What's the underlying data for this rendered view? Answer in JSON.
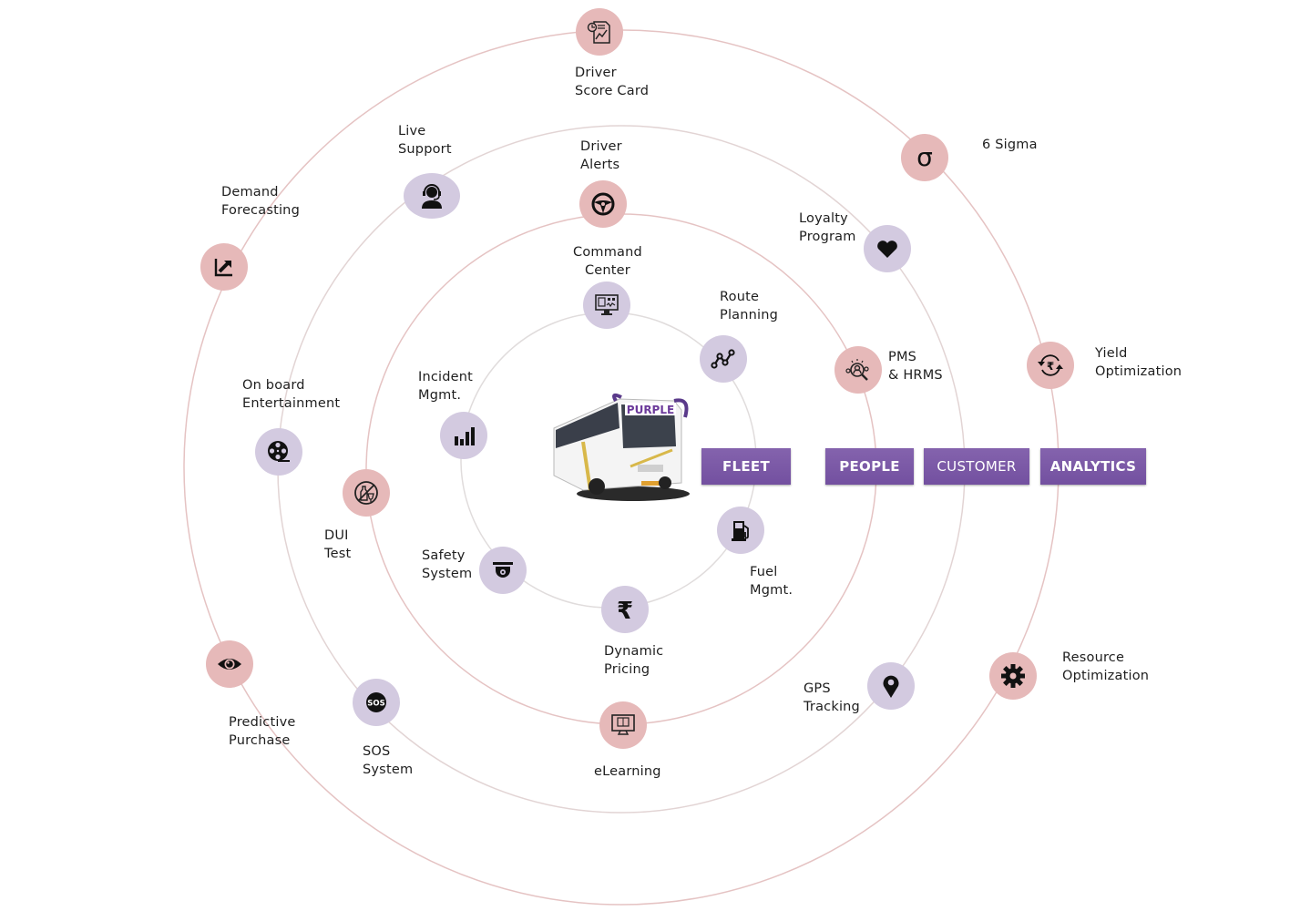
{
  "colors": {
    "ring": "#e5c3c3",
    "ring_inner": "#dcdcdc",
    "node_pink": "#e6b9b9",
    "node_lavender": "#d3cae0",
    "category_bg": "#7a57a6",
    "category_text": "#ffffff"
  },
  "center": {
    "image": "purple-bus",
    "bus_sign": "PURPLE"
  },
  "categories": [
    {
      "label": "FLEET"
    },
    {
      "label": "PEOPLE"
    },
    {
      "label": "CUSTOMER"
    },
    {
      "label": "ANALYTICS"
    }
  ],
  "rings": {
    "fleet": [
      {
        "label": "Command\nCenter",
        "icon": "monitor-dashboard-icon"
      },
      {
        "label": "Route\nPlanning",
        "icon": "route-icon"
      },
      {
        "label": "Fuel\nMgmt.",
        "icon": "fuel-pump-icon"
      },
      {
        "label": "Dynamic\nPricing",
        "icon": "rupee-icon"
      },
      {
        "label": "Safety\nSystem",
        "icon": "cctv-camera-icon"
      },
      {
        "label": "Incident\nMgmt.",
        "icon": "bar-chart-icon"
      }
    ],
    "people": [
      {
        "label": "Driver\nAlerts",
        "icon": "steering-wheel-icon"
      },
      {
        "label": "PMS\n& HRMS",
        "icon": "talent-search-icon"
      },
      {
        "label": "eLearning",
        "icon": "elearning-monitor-icon"
      },
      {
        "label": "DUI\nTest",
        "icon": "no-alcohol-icon"
      }
    ],
    "customer": [
      {
        "label": "Live\nSupport",
        "icon": "headset-agent-icon"
      },
      {
        "label": "Loyalty\nProgram",
        "icon": "heart-icon"
      },
      {
        "label": "GPS\nTracking",
        "icon": "map-pin-icon"
      },
      {
        "label": "SOS\nSystem",
        "icon": "sos-icon",
        "icon_text": "SOS"
      },
      {
        "label": "On board\nEntertainment",
        "icon": "film-reel-icon"
      }
    ],
    "analytics": [
      {
        "label": "Driver\nScore Card",
        "icon": "report-chart-icon"
      },
      {
        "label": "6 Sigma",
        "icon": "sigma-icon",
        "icon_text": "σ"
      },
      {
        "label": "Yield\nOptimization",
        "icon": "rupee-cycle-icon"
      },
      {
        "label": "Resource\nOptimization",
        "icon": "gear-icon"
      },
      {
        "label": "Predictive\nPurchase",
        "icon": "eye-icon"
      },
      {
        "label": "Demand\nForecasting",
        "icon": "trend-up-icon"
      }
    ]
  }
}
